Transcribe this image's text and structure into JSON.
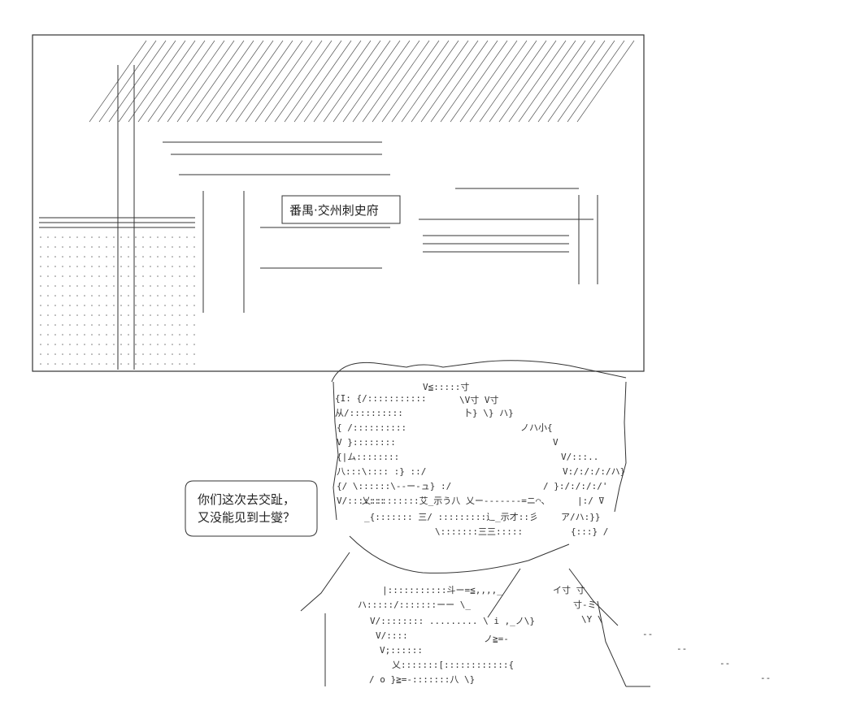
{
  "scene": {
    "sign_text": "番禺·交州刺史府",
    "speech_lines": [
      "你们这次去交趾，",
      "又没能见到士燮？"
    ]
  }
}
